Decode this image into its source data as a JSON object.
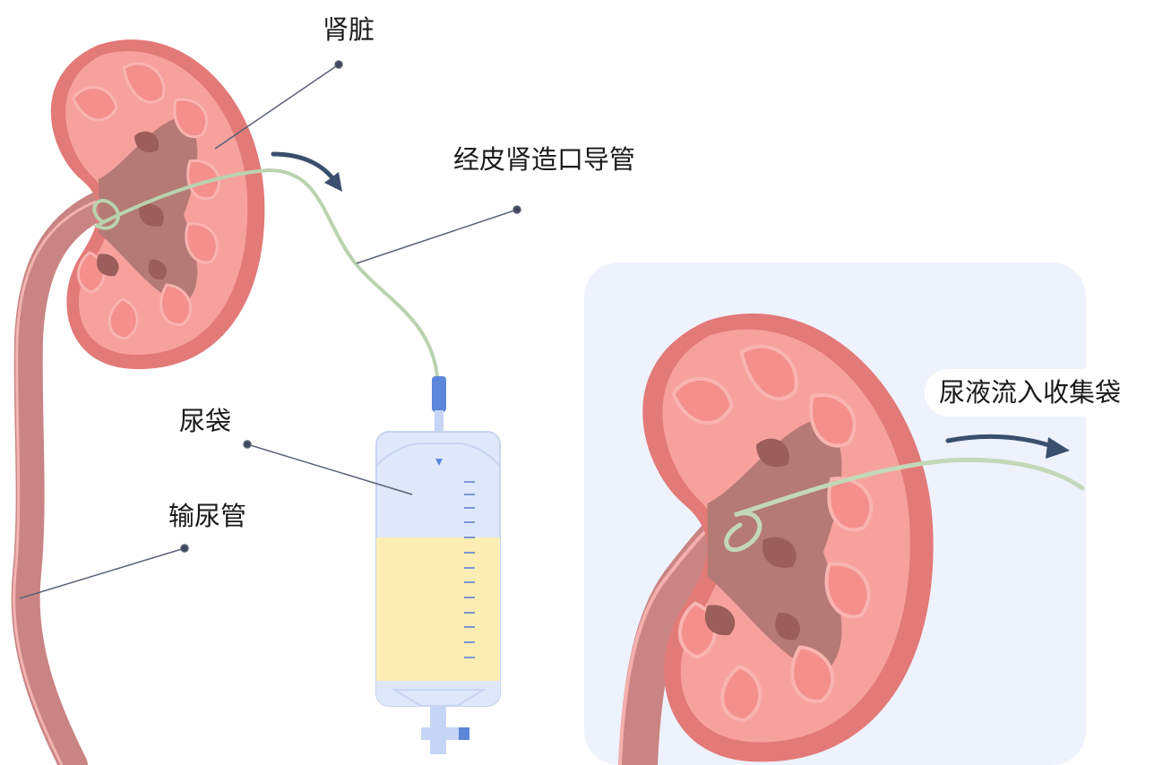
{
  "labels": {
    "kidney": "肾脏",
    "catheter": "经皮肾造口导管",
    "urine_bag": "尿袋",
    "ureter": "输尿管",
    "urine_flow": "尿液流入收集袋"
  },
  "icons": {
    "drainage_arrow": "curved-arrow-icon",
    "flow_arrow": "right-arrow-icon"
  },
  "colors": {
    "kidney_outer": "#e27a78",
    "kidney_cortex": "#f59b97",
    "kidney_medulla": "#b0736f",
    "ureter": "#c98583",
    "catheter": "#b9d3ae",
    "urine": "#fbedb3",
    "bag": "#dfe8fb",
    "connector": "#5b86d9",
    "arrow": "#3a4e6e",
    "inset_bg": "#eef2fd",
    "leader_line": "#5a6377"
  }
}
